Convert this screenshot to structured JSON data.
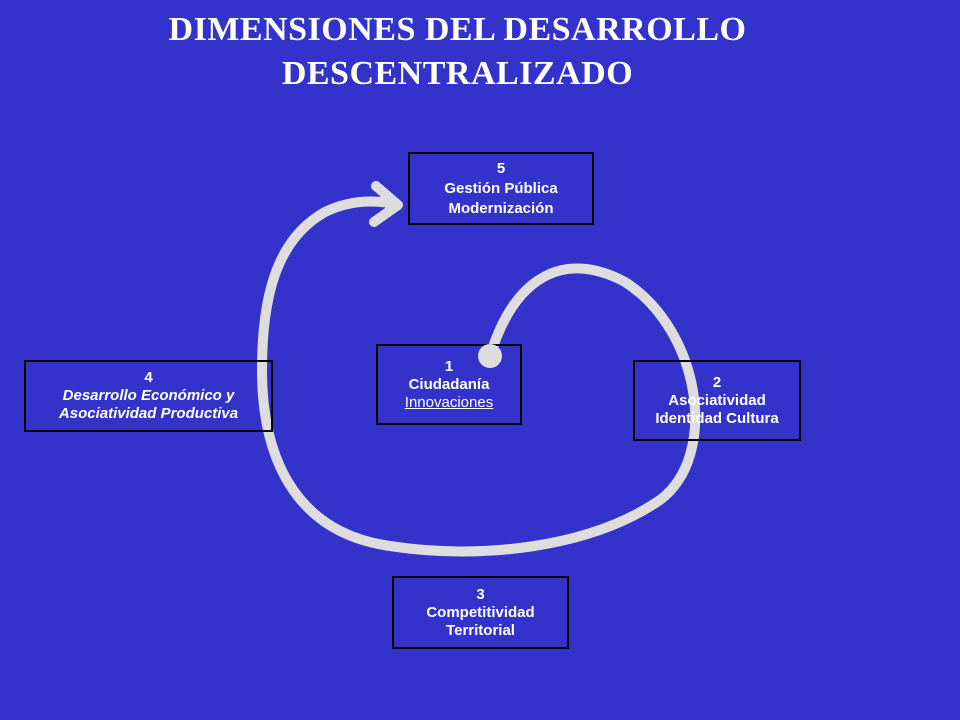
{
  "title": {
    "line1": "DIMENSIONES DEL DESARROLLO",
    "line2": "DESCENTRALIZADO"
  },
  "nodes": {
    "n5": {
      "number": "5",
      "line1": "Gestión Pública",
      "line2": "Modernización"
    },
    "n1": {
      "number": "1",
      "line1": "Ciudadanía",
      "line2": "Innovaciones"
    },
    "n4": {
      "number": "4",
      "line1": "Desarrollo Económico y",
      "line2": "Asociatividad Productiva"
    },
    "n2": {
      "number": "2",
      "line1": "Asociatividad",
      "line2": "Identidad Cultura"
    },
    "n3": {
      "number": "3",
      "line1": "Competitividad",
      "line2": "Territorial"
    }
  },
  "colors": {
    "background": "#3333cc",
    "text": "#ffffff",
    "box_border": "#000000",
    "path": "#dddddd"
  }
}
